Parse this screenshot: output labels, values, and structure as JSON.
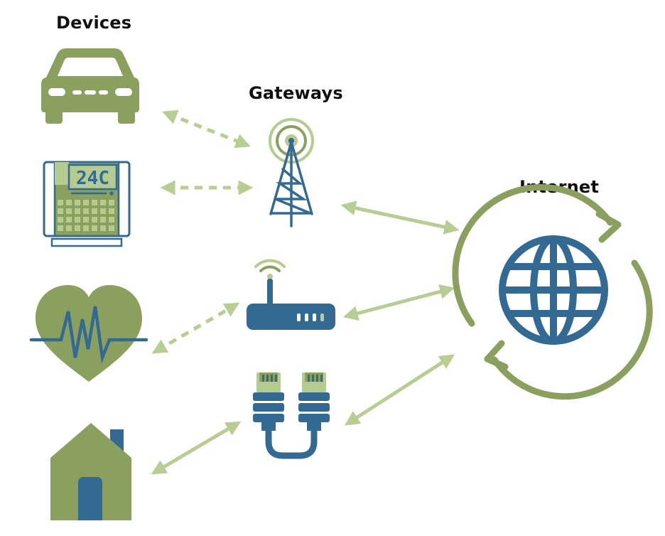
{
  "labels": {
    "devices": "Devices",
    "gateways": "Gateways",
    "internet": "Internet"
  },
  "thermostat": {
    "display": "24C"
  },
  "colors": {
    "olive": "#8ba05e",
    "light_green": "#b5cb8f",
    "blue": "#336a94",
    "arrow": "#b7cd92"
  },
  "icons": {
    "devices": [
      "car-icon",
      "thermostat-icon",
      "heart-monitor-icon",
      "house-icon"
    ],
    "gateways": [
      "cell-tower-icon",
      "wifi-router-icon",
      "ethernet-cable-icon"
    ],
    "internet": "globe-sync-icon"
  }
}
